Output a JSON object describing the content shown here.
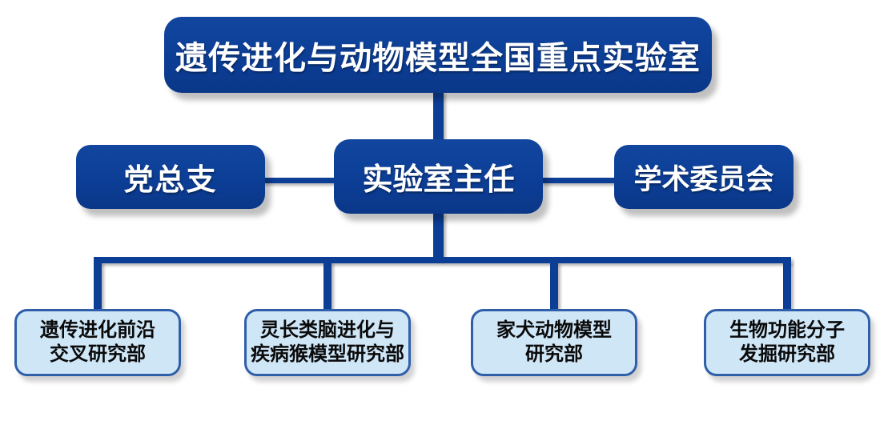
{
  "diagram": {
    "root": {
      "label": "遗传进化与动物模型全国重点实验室"
    },
    "level2": [
      {
        "label": "党总支"
      },
      {
        "label": "实验室主任"
      },
      {
        "label": "学术委员会"
      }
    ],
    "departments": [
      {
        "label": "遗传进化前沿\n交叉研究部"
      },
      {
        "label": "灵长类脑进化与\n疾病猴模型研究部"
      },
      {
        "label": "家犬动物模型\n研究部"
      },
      {
        "label": "生物功能分子\n发掘研究部"
      }
    ]
  },
  "colors": {
    "box_dark_blue": "#0c3e96",
    "dept_fill": "#cfe6f7",
    "dept_border": "#2f5fa9",
    "dept_text": "#0a0a0a",
    "box_text": "#ffffff",
    "connector": "#0c3e96"
  }
}
